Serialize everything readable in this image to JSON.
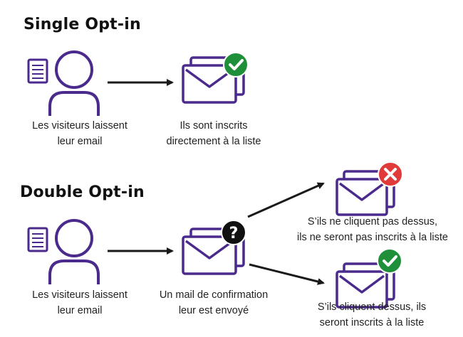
{
  "colors": {
    "purple": "#4a2a8c",
    "arrow": "#1a1a1a",
    "success": "#1f8f3a",
    "error": "#e03a3a",
    "question": "#111111"
  },
  "icons": {
    "visitor": "user-form-icon",
    "mail": "envelope-stack-icon",
    "success_badge": "check-badge-icon",
    "error_badge": "cross-badge-icon",
    "question_badge": "question-badge-icon"
  },
  "single": {
    "title": "Single Opt-in",
    "visitor_caption": [
      "Les visiteurs laissent",
      "leur email"
    ],
    "result_caption": [
      "Ils sont inscrits",
      "directement à la liste"
    ]
  },
  "double": {
    "title": "Double Opt-in",
    "visitor_caption": [
      "Les visiteurs laissent",
      "leur email"
    ],
    "mail_caption": [
      "Un mail de confirmation",
      "leur est envoyé"
    ],
    "badge_symbol": "?",
    "no_click_caption": [
      "S’ils ne cliquent pas dessus,",
      "ils ne seront pas inscrits à la liste"
    ],
    "click_caption": [
      "S’ils cliquent dessus, ils",
      "seront inscrits à la liste"
    ]
  }
}
